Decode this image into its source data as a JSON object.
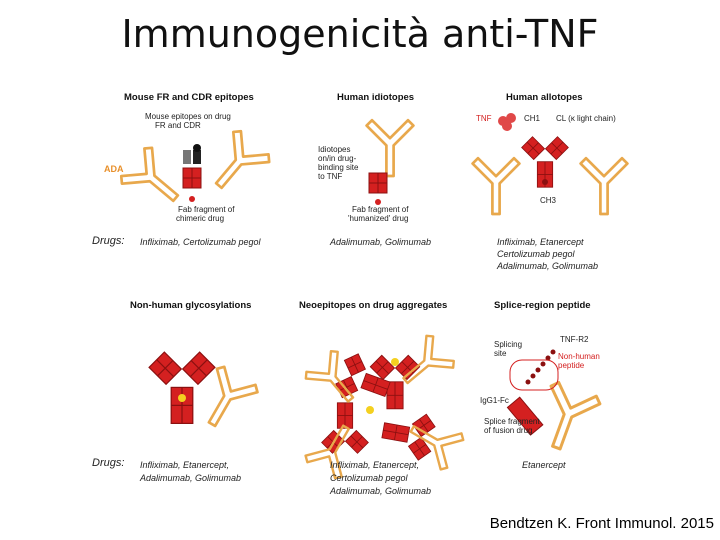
{
  "title": "Immunogenicità anti-TNF",
  "citation": "Bendtzen K. Front Immunol. 2015",
  "drugs_heading": "Drugs:",
  "panels": [
    {
      "title": "Mouse FR and CDR epitopes",
      "labels": [
        "Mouse epitopes on drug",
        "FR and CDR",
        "Fab fragment of",
        "chimeric drug"
      ],
      "ada": "ADA",
      "drugs": [
        "Infliximab, Certolizumab pegol"
      ]
    },
    {
      "title": "Human idiotopes",
      "labels": [
        "Idiotopes",
        "on/in drug-",
        "binding site",
        "to TNF",
        "Fab fragment of",
        "'humanized' drug"
      ],
      "drugs": [
        "Adalimumab, Golimumab"
      ]
    },
    {
      "title": "Human allotopes",
      "labels": [
        "TNF",
        "CH1",
        "CL (κ light chain)",
        "CH3"
      ],
      "drugs": [
        "Infliximab, Etanercept",
        "Certolizumab pegol",
        "Adalimumab, Golimumab"
      ]
    },
    {
      "title": "Non-human glycosylations",
      "labels": [],
      "drugs": [
        "Infliximab, Etanercept,",
        "Adalimumab, Golimumab"
      ]
    },
    {
      "title": "Neoepitopes on drug aggregates",
      "labels": [],
      "drugs": [
        "Infliximab, Etanercept,",
        "Certolizumab pegol",
        "Adalimumab, Golimumab"
      ]
    },
    {
      "title": "Splice-region peptide",
      "labels": [
        "Splicing",
        "site",
        "TNF-R2",
        "Non-human",
        "peptide",
        "IgG1-Fc",
        "Splice fragment",
        "of fusion drug"
      ],
      "drugs": [
        "Etanercept"
      ]
    }
  ],
  "colors": {
    "antibody_outline": "#e8a84c",
    "drug_red": "#d42020",
    "dark_red": "#8b1010",
    "ada_orange": "#e8902c"
  }
}
